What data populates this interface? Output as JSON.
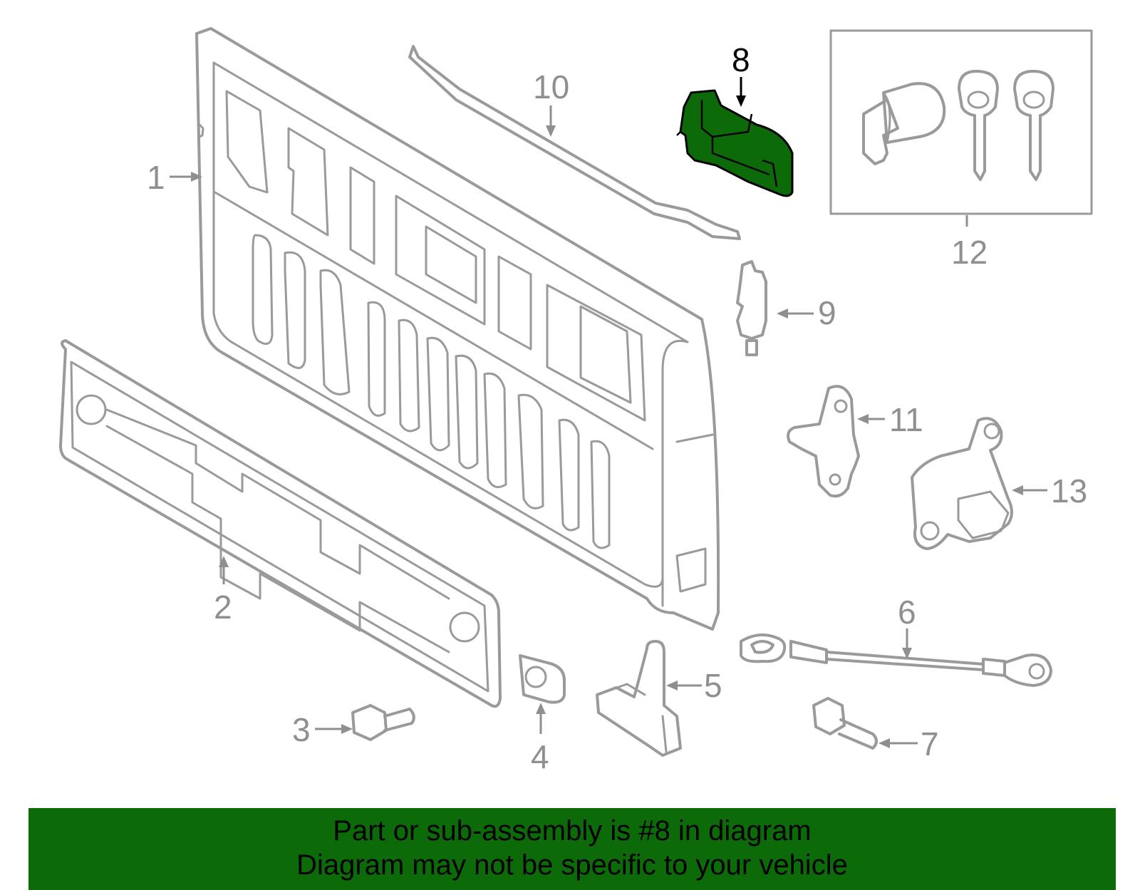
{
  "highlight": {
    "part": "8",
    "color": "#0c6a09"
  },
  "callouts": {
    "c1": "1",
    "c2": "2",
    "c3": "3",
    "c4": "4",
    "c5": "5",
    "c6": "6",
    "c7": "7",
    "c8": "8",
    "c9": "9",
    "c10": "10",
    "c11": "11",
    "c12": "12",
    "c13": "13"
  },
  "banner": {
    "line1": "Part or sub-assembly is #8 in diagram",
    "line2": "Diagram may not be specific to your vehicle"
  }
}
